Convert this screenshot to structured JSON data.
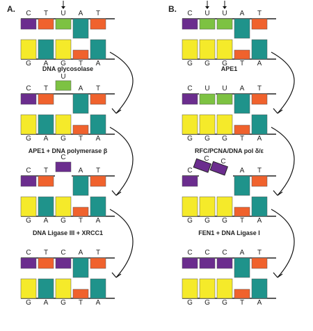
{
  "colors": {
    "C": "#6b2d8e",
    "T": "#f0622d",
    "U": "#7dc242",
    "A": "#1f938b",
    "G": "#f5ea2a",
    "strand": "#222222"
  },
  "panels": [
    {
      "label": "A.",
      "steps": [
        {
          "title": "",
          "top_letters": [
            "C",
            "T",
            "U",
            "A",
            "T"
          ],
          "bottom_letters": [
            "G",
            "A",
            "G",
            "T",
            "A"
          ],
          "top_bases": [
            "C",
            "T",
            "U",
            "A",
            "T"
          ],
          "bottom_bases": [
            "G",
            "A",
            "G",
            "T",
            "A"
          ],
          "arrows_on": [
            2
          ]
        },
        {
          "title": "DNA glycosolase",
          "top_letters": [
            "C",
            "T",
            "",
            "A",
            "T"
          ],
          "bottom_letters": [
            "G",
            "A",
            "G",
            "T",
            "A"
          ],
          "top_bases": [
            "C",
            "T",
            "",
            "A",
            "T"
          ],
          "bottom_bases": [
            "G",
            "A",
            "G",
            "T",
            "A"
          ],
          "released": [
            {
              "letter": "U",
              "base": "U",
              "col": 2
            }
          ]
        },
        {
          "title": "APE1 + DNA polymerase β",
          "top_letters": [
            "C",
            "T",
            "",
            "A",
            "T"
          ],
          "bottom_letters": [
            "G",
            "A",
            "G",
            "T",
            "A"
          ],
          "top_bases": [
            "C",
            "T",
            "",
            "A",
            "T"
          ],
          "bottom_bases": [
            "G",
            "A",
            "G",
            "T",
            "A"
          ],
          "gap": [
            2
          ],
          "inserted": [
            {
              "letter": "C",
              "base": "C",
              "col": 2
            }
          ]
        },
        {
          "title": "DNA Ligase III + XRCC1",
          "top_letters": [
            "C",
            "T",
            "C",
            "A",
            "T"
          ],
          "bottom_letters": [
            "G",
            "A",
            "G",
            "T",
            "A"
          ],
          "top_bases": [
            "C",
            "T",
            "C",
            "A",
            "T"
          ],
          "bottom_bases": [
            "G",
            "A",
            "G",
            "T",
            "A"
          ]
        }
      ]
    },
    {
      "label": "B.",
      "steps": [
        {
          "title": "",
          "top_letters": [
            "C",
            "U",
            "U",
            "A",
            "T"
          ],
          "bottom_letters": [
            "G",
            "G",
            "G",
            "T",
            "A"
          ],
          "top_bases": [
            "C",
            "U",
            "U",
            "A",
            "T"
          ],
          "bottom_bases": [
            "G",
            "G",
            "G",
            "T",
            "A"
          ],
          "arrows_on": [
            1,
            2
          ]
        },
        {
          "title": "APE1",
          "top_letters": [
            "C",
            "U",
            "U",
            "A",
            "T"
          ],
          "bottom_letters": [
            "G",
            "G",
            "G",
            "T",
            "A"
          ],
          "top_bases": [
            "C",
            "U",
            "U",
            "A",
            "T"
          ],
          "bottom_bases": [
            "G",
            "G",
            "G",
            "T",
            "A"
          ],
          "gap": [
            1
          ]
        },
        {
          "title": "RFC/PCNA/DNA pol δ/ε",
          "top_letters": [
            "C",
            "",
            "",
            "A",
            "T"
          ],
          "bottom_letters": [
            "G",
            "G",
            "G",
            "T",
            "A"
          ],
          "top_bases": [
            "C",
            "",
            "",
            "A",
            "T"
          ],
          "bottom_bases": [
            "G",
            "G",
            "G",
            "T",
            "A"
          ],
          "flap": [
            {
              "letter": "C",
              "base": "C"
            },
            {
              "letter": "C",
              "base": "C"
            }
          ]
        },
        {
          "title": "FEN1 + DNA Ligase I",
          "top_letters": [
            "C",
            "C",
            "C",
            "A",
            "T"
          ],
          "bottom_letters": [
            "G",
            "G",
            "G",
            "T",
            "A"
          ],
          "top_bases": [
            "C",
            "C",
            "C",
            "A",
            "T"
          ],
          "bottom_bases": [
            "G",
            "G",
            "G",
            "T",
            "A"
          ]
        }
      ]
    }
  ]
}
